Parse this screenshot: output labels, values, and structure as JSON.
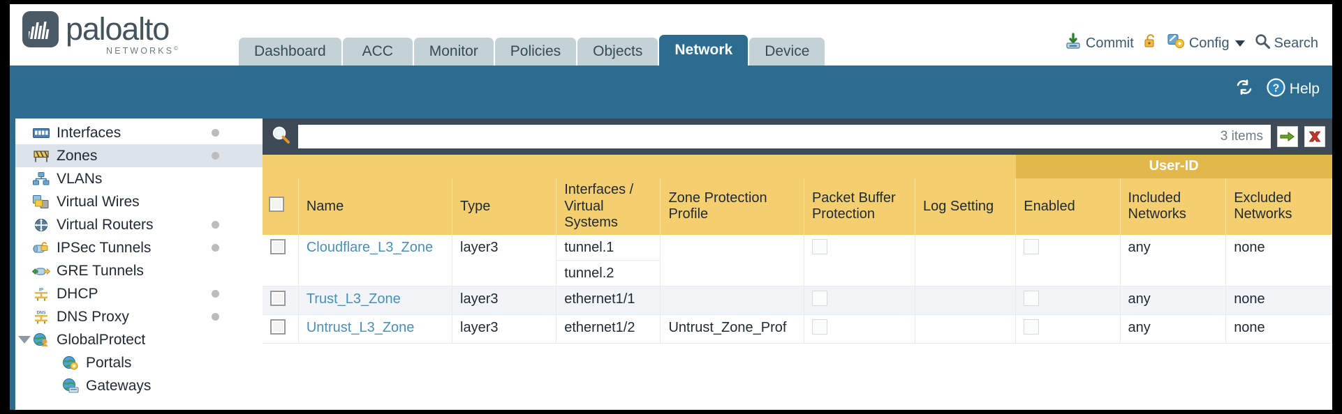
{
  "brand": {
    "name": "paloalto",
    "sub": "NETWORKS",
    "mark": "waveform-logo"
  },
  "tabs": [
    {
      "label": "Dashboard",
      "active": false
    },
    {
      "label": "ACC",
      "active": false
    },
    {
      "label": "Monitor",
      "active": false
    },
    {
      "label": "Policies",
      "active": false
    },
    {
      "label": "Objects",
      "active": false
    },
    {
      "label": "Network",
      "active": true
    },
    {
      "label": "Device",
      "active": false
    }
  ],
  "topright": {
    "commit": "Commit",
    "lock": "",
    "config": "Config",
    "search": "Search"
  },
  "tealband": {
    "refresh": "",
    "help": "Help"
  },
  "search": {
    "value": "",
    "placeholder": "",
    "items_count": "3 items",
    "apply_label": "",
    "clear_label": ""
  },
  "sidebar": {
    "items": [
      {
        "label": "Interfaces",
        "icon": "interfaces-icon",
        "selected": false,
        "dot": true,
        "child": false,
        "expander": false
      },
      {
        "label": "Zones",
        "icon": "zones-icon",
        "selected": true,
        "dot": true,
        "child": false,
        "expander": false
      },
      {
        "label": "VLANs",
        "icon": "vlans-icon",
        "selected": false,
        "dot": false,
        "child": false,
        "expander": false
      },
      {
        "label": "Virtual Wires",
        "icon": "virtual-wires-icon",
        "selected": false,
        "dot": false,
        "child": false,
        "expander": false
      },
      {
        "label": "Virtual Routers",
        "icon": "virtual-routers-icon",
        "selected": false,
        "dot": true,
        "child": false,
        "expander": false
      },
      {
        "label": "IPSec Tunnels",
        "icon": "ipsec-tunnels-icon",
        "selected": false,
        "dot": true,
        "child": false,
        "expander": false
      },
      {
        "label": "GRE Tunnels",
        "icon": "gre-tunnels-icon",
        "selected": false,
        "dot": false,
        "child": false,
        "expander": false
      },
      {
        "label": "DHCP",
        "icon": "dhcp-icon",
        "selected": false,
        "dot": true,
        "child": false,
        "expander": false
      },
      {
        "label": "DNS Proxy",
        "icon": "dns-proxy-icon",
        "selected": false,
        "dot": true,
        "child": false,
        "expander": false
      },
      {
        "label": "GlobalProtect",
        "icon": "globalprotect-icon",
        "selected": false,
        "dot": false,
        "child": false,
        "expander": true
      },
      {
        "label": "Portals",
        "icon": "portals-icon",
        "selected": false,
        "dot": false,
        "child": true,
        "expander": false
      },
      {
        "label": "Gateways",
        "icon": "gateways-icon",
        "selected": false,
        "dot": false,
        "child": true,
        "expander": false
      }
    ]
  },
  "table": {
    "group_header": "User-ID",
    "columns": [
      "Name",
      "Type",
      "Interfaces / Virtual Systems",
      "Zone Protection Profile",
      "Packet Buffer Protection",
      "Log Setting",
      "Enabled",
      "Included Networks",
      "Excluded Networks"
    ],
    "rows": [
      {
        "selected": false,
        "name": "Cloudflare_L3_Zone",
        "type": "layer3",
        "interfaces": [
          "tunnel.1",
          "tunnel.2"
        ],
        "zone_protection_profile": "",
        "packet_buffer_protection": false,
        "log_setting": "",
        "userid_enabled": false,
        "included_networks": "any",
        "excluded_networks": "none"
      },
      {
        "selected": false,
        "name": "Trust_L3_Zone",
        "type": "layer3",
        "interfaces": [
          "ethernet1/1"
        ],
        "zone_protection_profile": "",
        "packet_buffer_protection": false,
        "log_setting": "",
        "userid_enabled": false,
        "included_networks": "any",
        "excluded_networks": "none"
      },
      {
        "selected": false,
        "name": "Untrust_L3_Zone",
        "type": "layer3",
        "interfaces": [
          "ethernet1/2"
        ],
        "zone_protection_profile": "Untrust_Zone_Prof",
        "packet_buffer_protection": false,
        "log_setting": "",
        "userid_enabled": false,
        "included_networks": "any",
        "excluded_networks": "none"
      }
    ]
  },
  "colors": {
    "teal": "#2b6c8f",
    "tab_inactive": "#c3d2d6",
    "header_amber": "#f5cf6f",
    "group_amber": "#e3b84b",
    "slate": "#3e4a56",
    "link": "#4a8fb5",
    "sidebar_selected": "#dde4e9"
  }
}
